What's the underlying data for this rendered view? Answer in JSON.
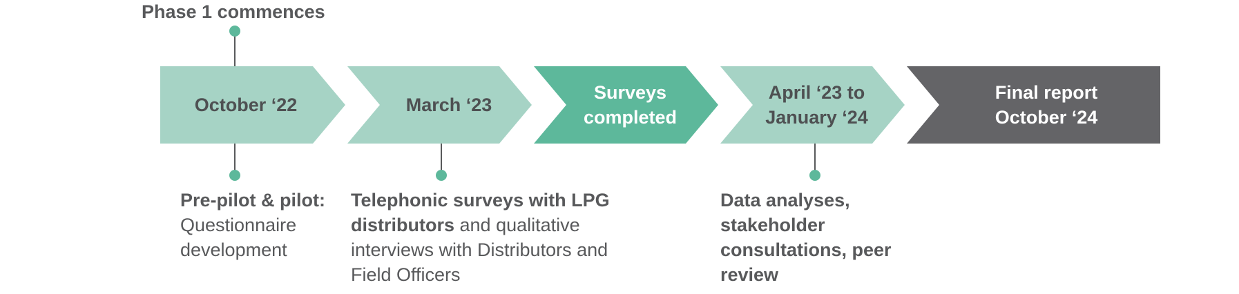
{
  "colors": {
    "light_teal": "#a6d3c5",
    "teal": "#5db89b",
    "dark_gray": "#646467",
    "connector_gray": "#58595b",
    "dot_teal": "#5db89b"
  },
  "top_label": "Phase 1 commences",
  "stages": [
    {
      "line1": "October ‘22",
      "line2": ""
    },
    {
      "line1": "March ‘23",
      "line2": ""
    },
    {
      "line1": "Surveys",
      "line2": "completed"
    },
    {
      "line1": "April ‘23 to",
      "line2": "January ‘24"
    },
    {
      "line1": "Final report",
      "line2": "October ‘24"
    }
  ],
  "notes": {
    "note1": {
      "bold": "Pre-pilot & pilot:",
      "text1": "Questionnaire",
      "text2": "development"
    },
    "note2": {
      "bold1": "Telephonic surveys with LPG",
      "bold2": "distributors",
      "text1": " and qualitative",
      "text2": "interviews with Distributors and",
      "text3": "Field Officers"
    },
    "note3": {
      "line1": "Data analyses,",
      "line2": "stakeholder",
      "line3": "consultations, peer",
      "line4": "review"
    }
  }
}
